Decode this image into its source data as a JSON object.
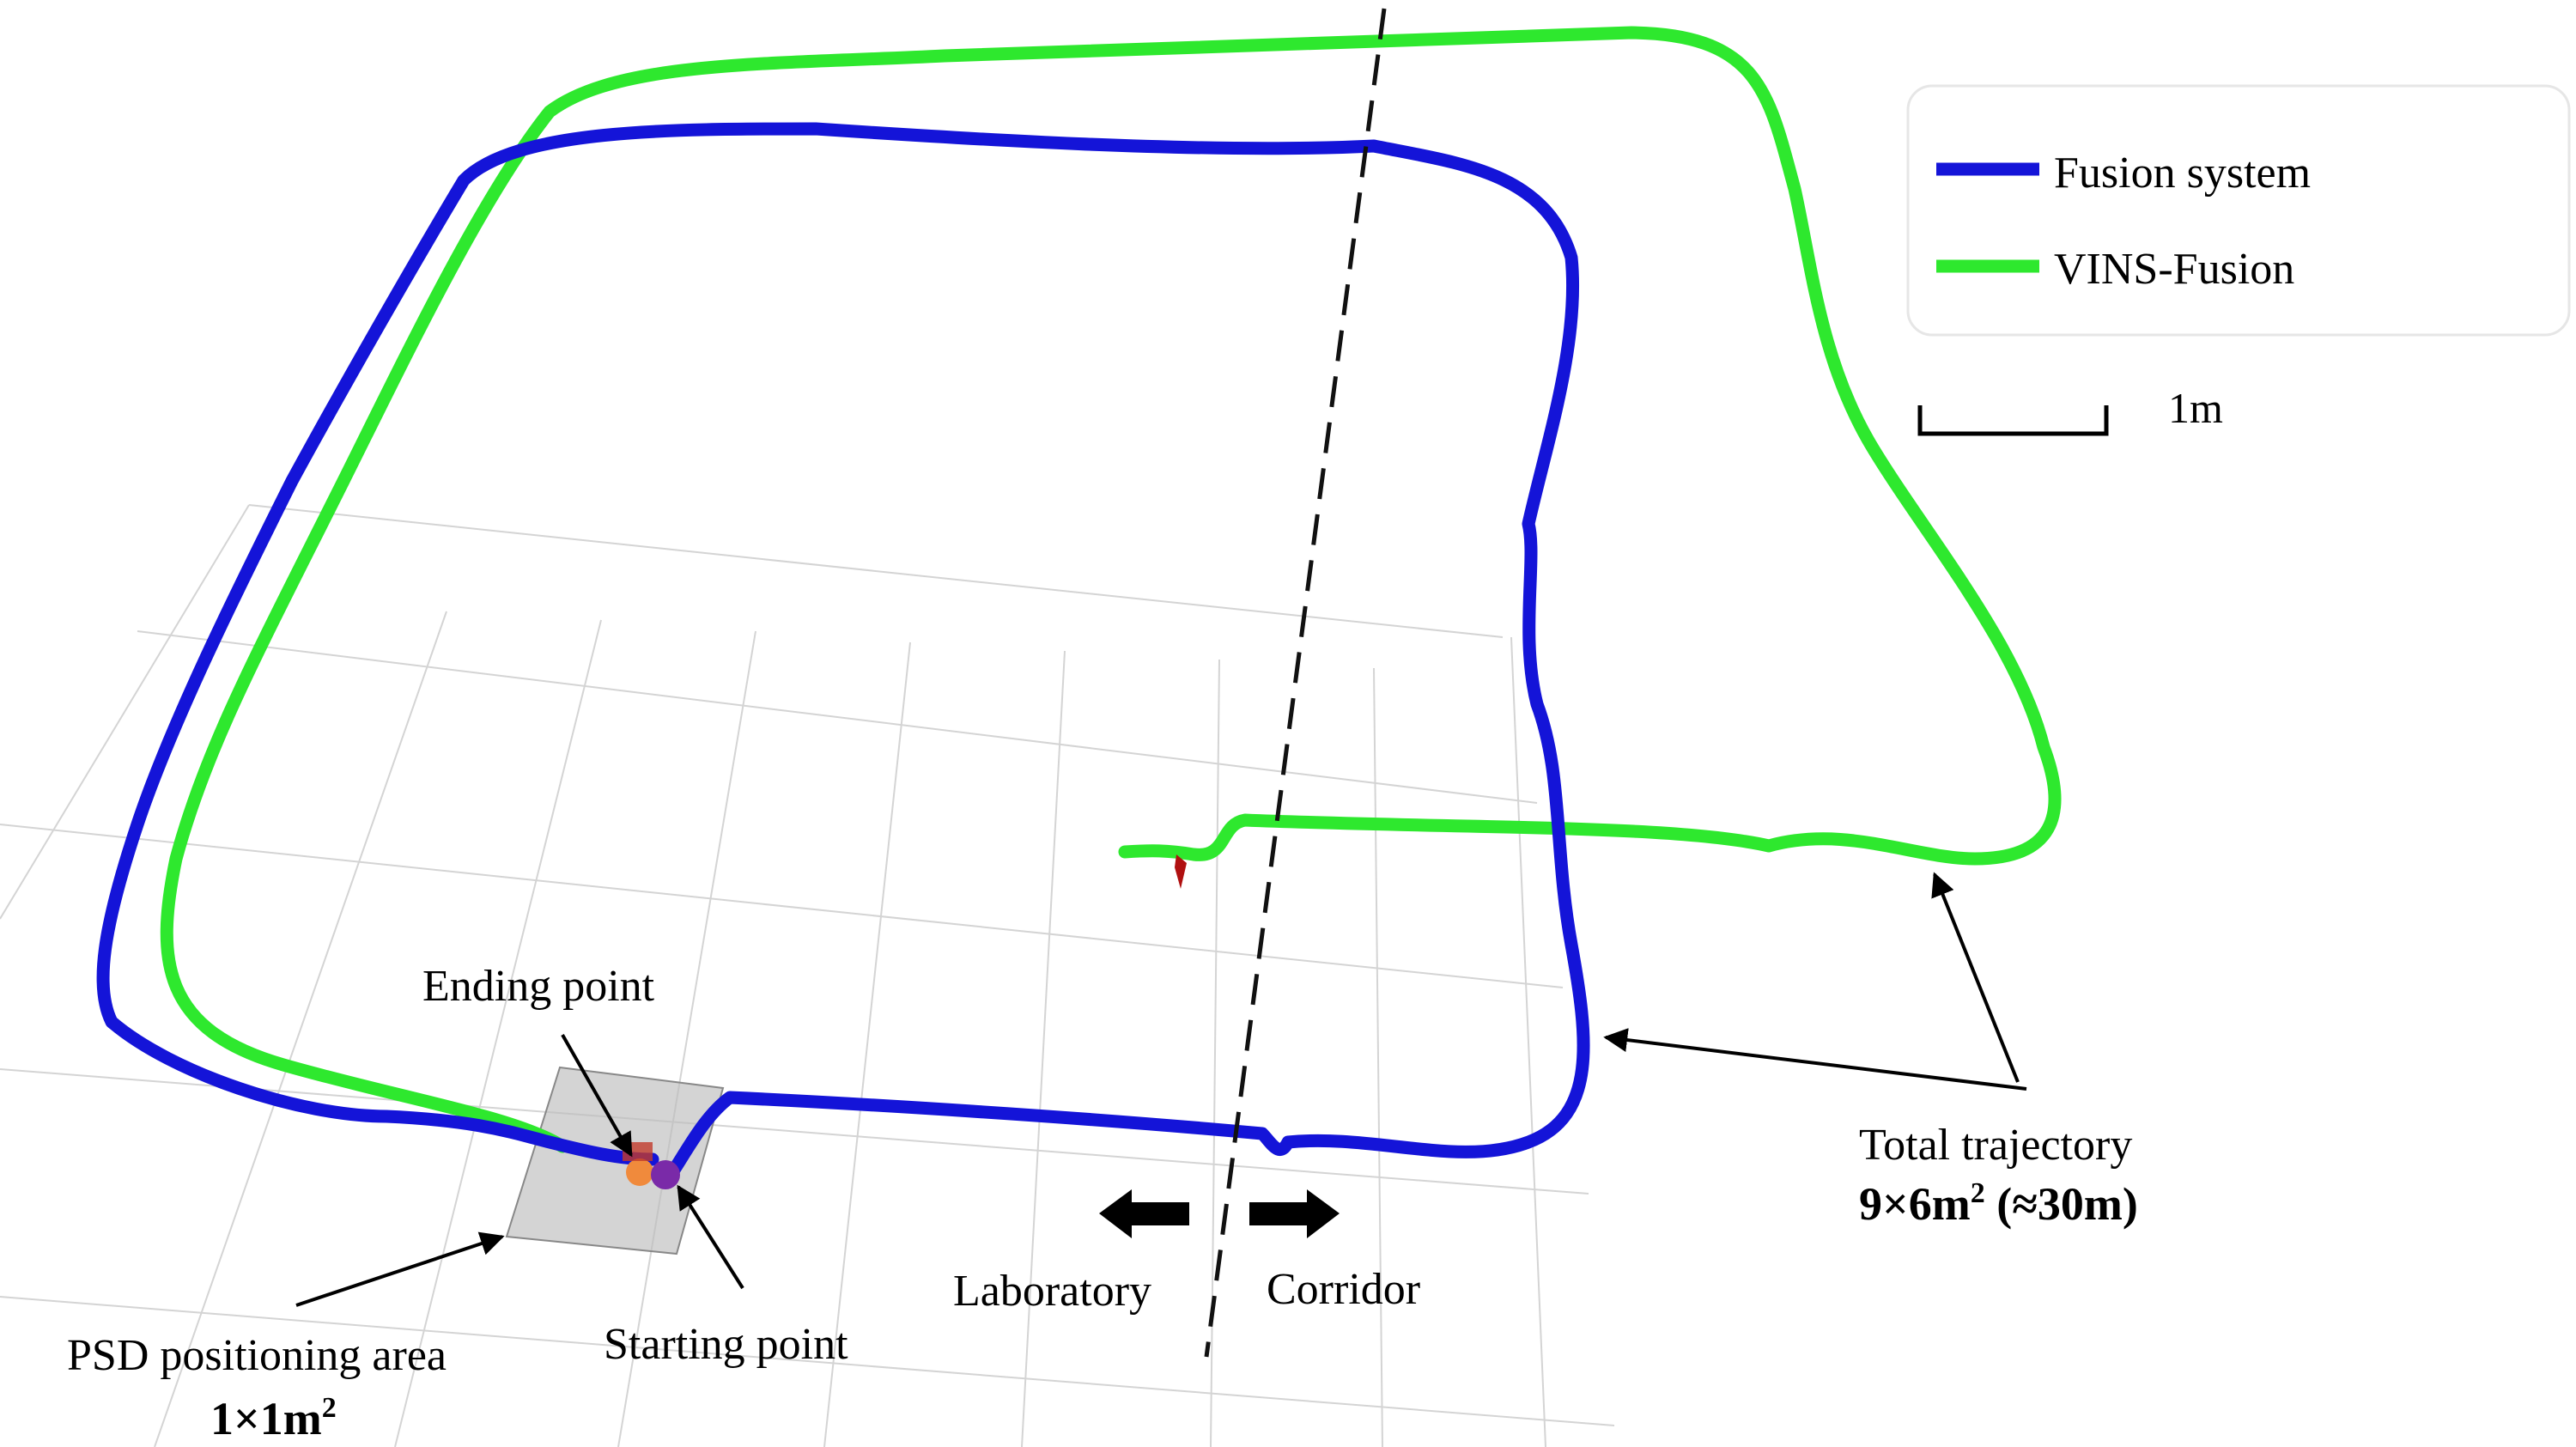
{
  "legend": {
    "items": [
      {
        "label": "Fusion system",
        "color": "#1414d8"
      },
      {
        "label": "VINS-Fusion",
        "color": "#2ee82e"
      }
    ]
  },
  "scale_bar": {
    "label": "1m"
  },
  "annotations": {
    "ending_point": "Ending point",
    "starting_point": "Starting point",
    "psd_area_title": "PSD positioning area",
    "psd_area_size": "1×1m",
    "psd_area_size_exp": "2",
    "total_title": "Total trajectory",
    "total_size": "9×6m",
    "total_size_exp": "2",
    "total_size_tail": " (≈30m)",
    "laboratory": "Laboratory",
    "corridor": "Corridor"
  },
  "colors": {
    "fusion": "#1414d8",
    "vins": "#2ee82e",
    "grid": "#d4d4d4",
    "psd_area": "#bdbdbd",
    "start_marker": "#7a2aa8",
    "end_marker": "#f08a3c"
  }
}
